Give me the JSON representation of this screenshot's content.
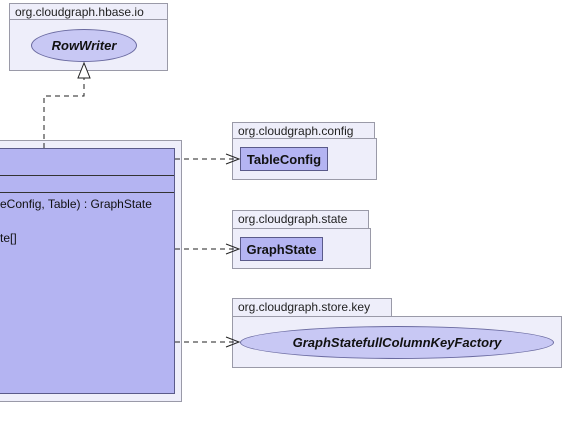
{
  "packages": [
    {
      "id": "hbase-io",
      "name": "org.cloudgraph.hbase.io",
      "element": "RowWriter",
      "kind": "interface"
    },
    {
      "id": "config",
      "name": "org.cloudgraph.config",
      "element": "TableConfig",
      "kind": "class"
    },
    {
      "id": "state",
      "name": "org.cloudgraph.state",
      "element": "GraphState",
      "kind": "class"
    },
    {
      "id": "store-key",
      "name": "org.cloudgraph.store.key",
      "element": "GraphStatefullColumnKeyFactory",
      "kind": "interface"
    }
  ],
  "main_class": {
    "operations": [
      "eConfig, Table) : GraphState",
      "te[]"
    ]
  },
  "colors": {
    "package_fill": "#eeeefa",
    "class_fill": "#b4b4f2",
    "interface_fill": "#c8c8f4",
    "border": "#5a5a8a",
    "edge": "#222222"
  }
}
